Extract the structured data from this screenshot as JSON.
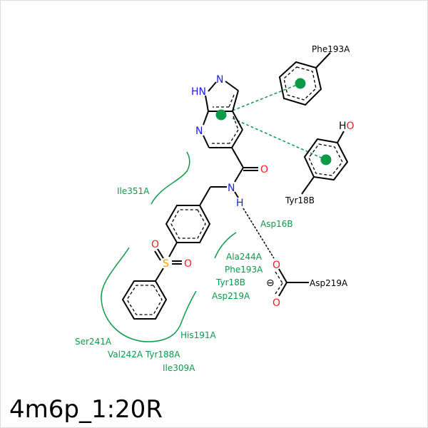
{
  "title": "4m6p_1:20R",
  "colors": {
    "residue": "#0a9a4a",
    "nitrogen": "#1a1aff",
    "oxygen": "#ff1a1a",
    "sulfur": "#f0a000"
  },
  "ligand_atoms": {
    "n1": "N",
    "hn": "HN",
    "n_pyr": "N",
    "o_carbonyl": "O",
    "n_amide": "N",
    "h_amide": "H",
    "s": "S",
    "o_s1": "O",
    "o_s2": "O"
  },
  "interacting_residues": {
    "phe193a": "Phe193A",
    "tyr18b_label": "Tyr18B",
    "tyr18b_oh": "HO",
    "asp219a": "Asp219A",
    "asp219a_o1": "O",
    "asp219a_o2": "O",
    "charge": "⊖"
  },
  "hydrophobic_labels": {
    "ile351a": "Ile351A",
    "asp16b": "Asp16B",
    "ala244a": "Ala244A",
    "phe193a": "Phe193A",
    "tyr18b": "Tyr18B",
    "asp219a": "Asp219A",
    "his191a": "His191A",
    "ser241a": "Ser241A",
    "val242a_tyr188a": "Val242A Tyr188A",
    "ile309a": "Ile309A"
  }
}
